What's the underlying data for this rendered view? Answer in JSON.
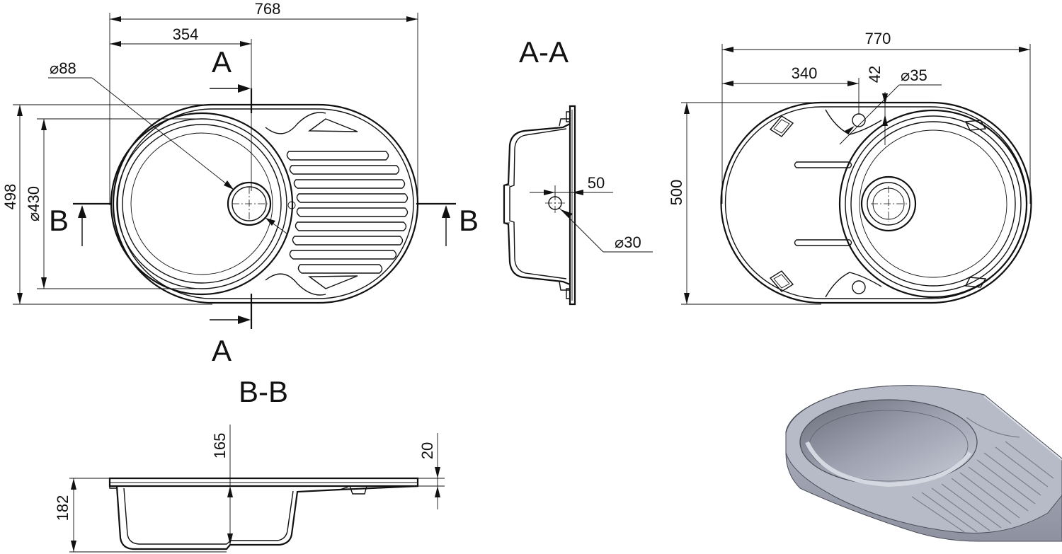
{
  "top_view_left": {
    "dim_overall_width": "768",
    "dim_drain_offset": "354",
    "dim_drain_diameter": "⌀88",
    "dim_overall_depth": "498",
    "dim_bowl_diameter": "⌀430",
    "section_a_top": "A",
    "section_a_bottom": "A",
    "section_b_left": "B",
    "section_b_right": "B"
  },
  "section_aa": {
    "title": "A-A",
    "dim_overflow_offset": "50",
    "dim_overflow_diameter": "⌀30"
  },
  "top_view_right": {
    "dim_overall_width": "770",
    "dim_tap_offset": "340",
    "dim_tap_edge": "42",
    "dim_tap_diameter": "⌀35",
    "dim_overall_depth": "500"
  },
  "section_bb": {
    "title": "B-B",
    "dim_bowl_depth": "165",
    "dim_rim_height": "20",
    "dim_total_height": "182"
  },
  "colors": {
    "line": "#111111",
    "render_body": "#a7abb9",
    "render_shadow": "#5d606c"
  }
}
